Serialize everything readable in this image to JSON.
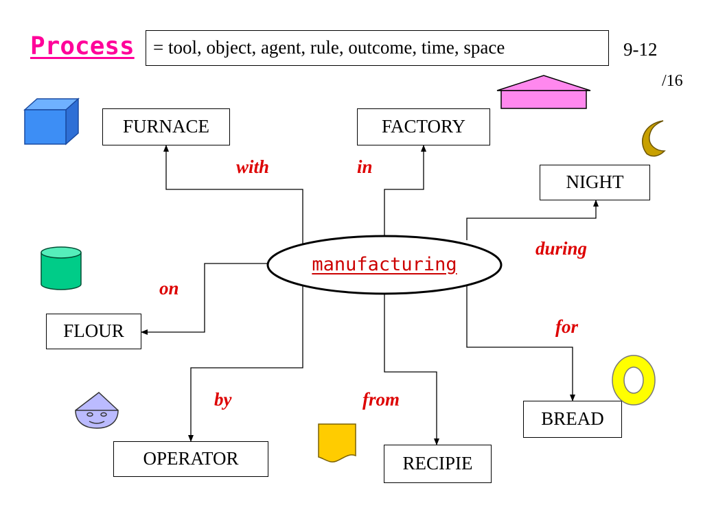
{
  "title": {
    "text": "Process",
    "color": "#ff0099"
  },
  "definition": "=  tool, object, agent, rule, outcome, time, space",
  "page": {
    "number": "9-12",
    "total": "/16"
  },
  "center": {
    "label": "manufacturing",
    "color": "#cc0000"
  },
  "relation_color": "#dd0000",
  "nodes": {
    "furnace": "FURNACE",
    "factory": "FACTORY",
    "night": "NIGHT",
    "flour": "FLOUR",
    "operator": "OPERATOR",
    "recipie": "RECIPIE",
    "bread": "BREAD"
  },
  "relations": {
    "with": "with",
    "in": "in",
    "during": "during",
    "on": "on",
    "for": "for",
    "by": "by",
    "from": "from"
  },
  "icons": {
    "cube": "blue-cube-icon",
    "house": "pink-house-icon",
    "moon": "crescent-moon-icon",
    "cylinder": "green-cylinder-icon",
    "face": "face-with-hat-icon",
    "document": "yellow-document-icon",
    "ring": "yellow-ring-icon"
  }
}
